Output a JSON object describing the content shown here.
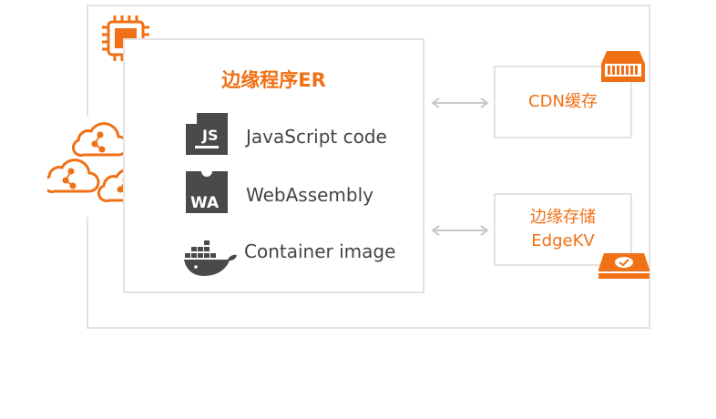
{
  "diagram": {
    "er_title": "边缘程序ER",
    "items": [
      {
        "label": "JavaScript code",
        "icon": "js-icon"
      },
      {
        "label": "WebAssembly",
        "icon": "webassembly-icon"
      },
      {
        "label": "Container image",
        "icon": "docker-icon"
      }
    ],
    "cdn_label": "CDN缓存",
    "kv_label_line1": "边缘存储",
    "kv_label_line2": "EdgeKV",
    "icons": {
      "chip": "cpu-chip-icon",
      "cloud": "cloud-network-icon",
      "cdn": "memory-module-icon",
      "storage": "hard-drive-icon",
      "arrow": "double-arrow-icon"
    },
    "colors": {
      "accent": "#f07015",
      "border": "#e3e3e3",
      "text": "#444444",
      "icon_dark": "#4a4a4a"
    }
  }
}
